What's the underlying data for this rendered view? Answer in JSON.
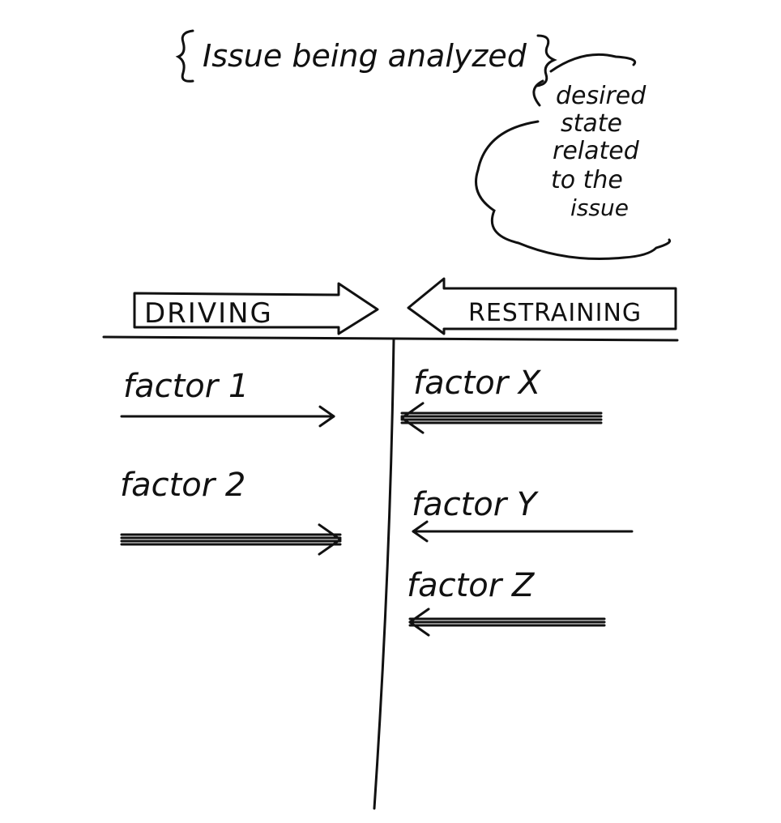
{
  "issue": {
    "text": "Issue being analyzed"
  },
  "desired_state": {
    "lines": [
      "desired",
      "state",
      "related",
      "to the",
      "issue"
    ]
  },
  "headers": {
    "driving": "DRIVING",
    "restraining": "RESTRAINING"
  },
  "driving_factors": [
    {
      "label": "factor 1",
      "strength": 1
    },
    {
      "label": "factor 2",
      "strength": 4
    }
  ],
  "restraining_factors": [
    {
      "label": "factor X",
      "strength": 4
    },
    {
      "label": "factor Y",
      "strength": 1
    },
    {
      "label": "factor Z",
      "strength": 3
    }
  ],
  "colors": {
    "ink": "#111111",
    "background": "#ffffff"
  }
}
